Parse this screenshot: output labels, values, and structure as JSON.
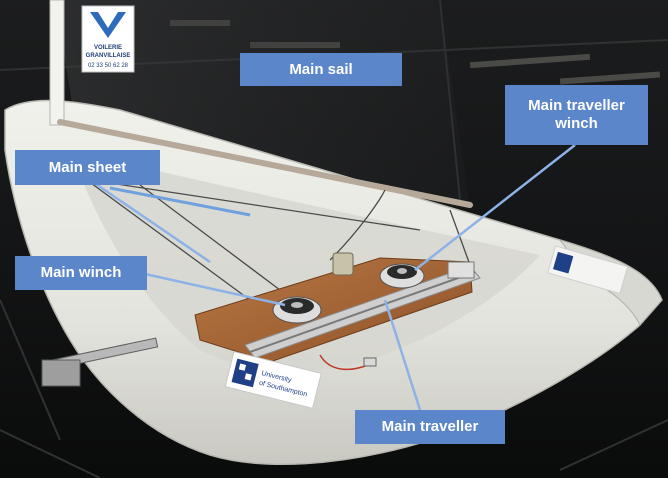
{
  "labels": {
    "main_sail": "Main sail",
    "main_traveller_winch": "Main traveller winch",
    "main_sheet": "Main sheet",
    "main_winch": "Main winch",
    "main_traveller": "Main traveller"
  },
  "sponsor_sign": {
    "line1": "VOILERIE",
    "line2": "GRANVILLAISE",
    "phone": "02 33 50 62 28"
  },
  "university_logo": {
    "line1": "University",
    "line2": "of Southampton"
  },
  "colors": {
    "label_background": "#5b86c9",
    "label_text": "#ffffff",
    "hull": "#e6e6e0",
    "deck_board": "#a8683a",
    "background": "#0e0f10"
  }
}
